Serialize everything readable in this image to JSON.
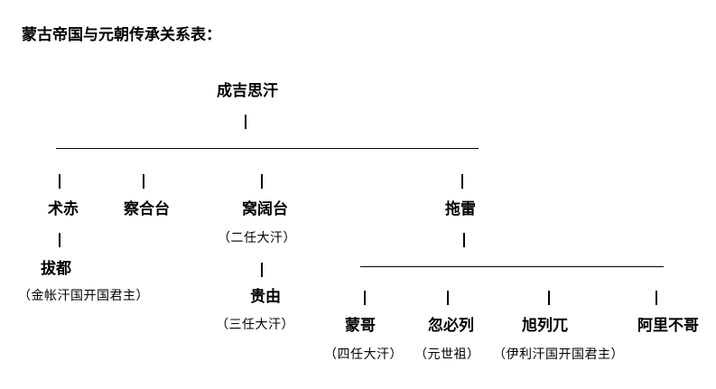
{
  "title": "蒙古帝国与元朝传承关系表：",
  "people": {
    "genghis": "成吉思汗",
    "jochi": "术赤",
    "chagatai": "察合台",
    "ogedei": "窝阔台",
    "tolui": "拖雷",
    "batu": "拔都",
    "guyuk": "贵由",
    "mongke": "蒙哥",
    "kublai": "忽必列",
    "hulagu": "旭列兀",
    "ariq": "阿里不哥"
  },
  "notes": {
    "ogedei": "（二任大汗）",
    "batu": "（金帐汗国开国君主）",
    "guyuk": "（三任大汗）",
    "mongke": "（四任大汗）",
    "kublai": "（元世祖）",
    "hulagu": "（伊利汗国开国君主）"
  }
}
